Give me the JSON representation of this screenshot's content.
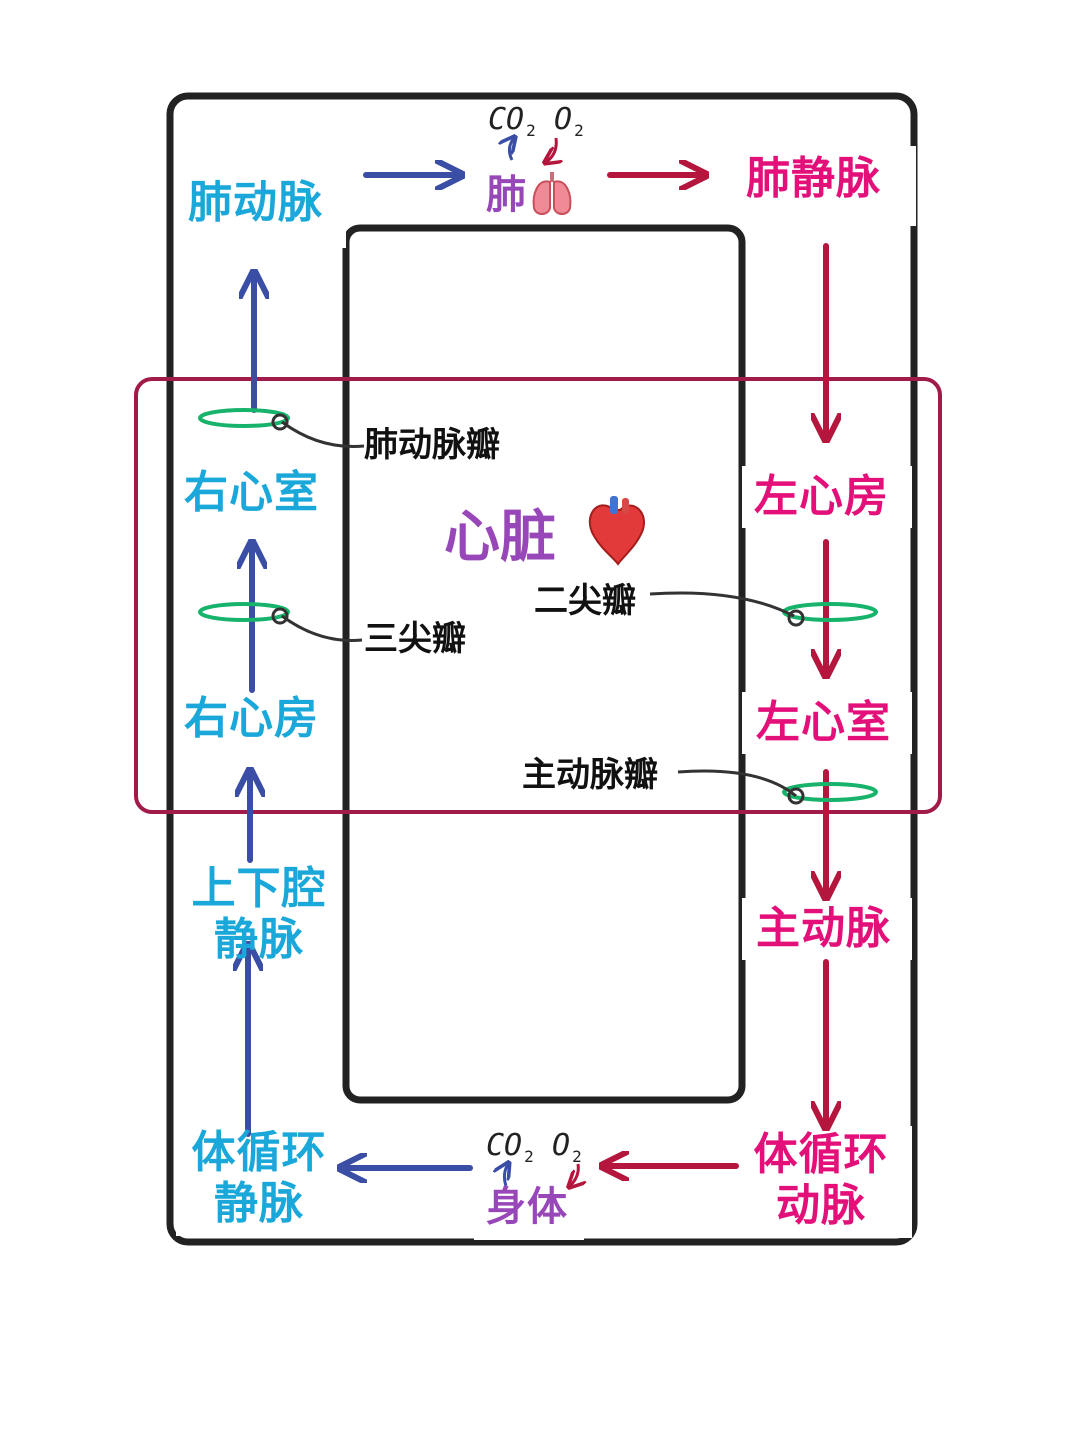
{
  "colors": {
    "blood_deoxygenated": "#3a4ea6",
    "blood_oxygenated": "#b4163d",
    "label_blue": "#1aa7d9",
    "label_pink": "#e4107a",
    "label_purple": "#9747b8",
    "heart_box": "#a01a4a",
    "valve_ring": "#18b36b",
    "frame": "#222222"
  },
  "labels": {
    "pulmonary_artery": "肺动脉",
    "lung": "肺",
    "pulmonary_vein": "肺静脉",
    "right_ventricle": "右心室",
    "right_atrium": "右心房",
    "vena_cava_line1": "上下腔",
    "vena_cava_line2": "静脉",
    "systemic_vein_line1": "体循环",
    "systemic_vein_line2": "静脉",
    "body": "身体",
    "systemic_artery_line1": "体循环",
    "systemic_artery_line2": "动脉",
    "aorta": "主动脉",
    "left_atrium": "左心房",
    "left_ventricle": "左心室",
    "heart": "心脏"
  },
  "valves": {
    "pulmonary_valve": "肺动脉瓣",
    "tricuspid_valve": "三尖瓣",
    "mitral_valve": "二尖瓣",
    "aortic_valve": "主动脉瓣"
  },
  "gases": {
    "co2": "CO",
    "co2_sub": "2",
    "o2": "O",
    "o2_sub": "2"
  },
  "icons": {
    "lung": "lungs-icon",
    "heart": "anatomical-heart-icon"
  }
}
